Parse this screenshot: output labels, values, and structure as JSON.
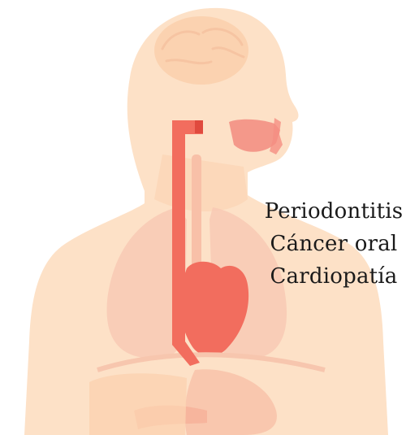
{
  "labels": [
    "Periodontitis",
    "Cáncer oral",
    "Cardiopatía"
  ],
  "icons": [
    "human-torso-icon",
    "brain-icon",
    "mouth-icon",
    "esophagus-icon",
    "lungs-icon",
    "heart-icon",
    "stomach-icon",
    "pancreas-icon"
  ],
  "colors": {
    "skin": "#fde1c7",
    "skin_shade": "#fbd2b0",
    "organ_light": "#f8b9a4",
    "esophagus": "#f26d5e",
    "heart": "#f26d5e",
    "mouth": "#f4988a"
  }
}
